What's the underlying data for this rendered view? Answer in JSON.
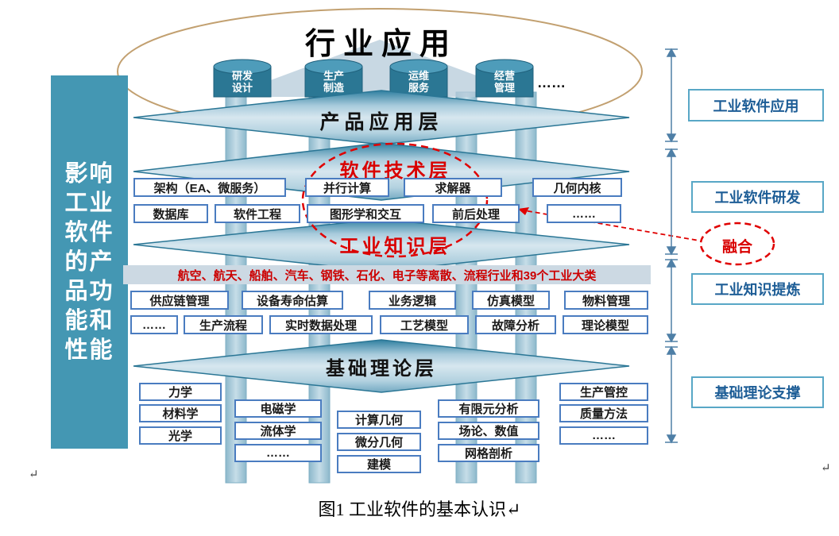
{
  "sidebar": {
    "lines": [
      "影响",
      "工业",
      "软件",
      "的产",
      "品功",
      "能和",
      "性能"
    ]
  },
  "top": {
    "title": "行业应用",
    "pillars": [
      "研发\n设计",
      "生产\n制造",
      "运维\n服务",
      "经营\n管理"
    ],
    "more": "……"
  },
  "layers": {
    "product": "产品应用层",
    "software": "软件技术层",
    "knowledge": "工业知识层",
    "theory": "基础理论层"
  },
  "software_layer": {
    "row1": [
      "架构（EA、微服务）",
      "并行计算",
      "求解器",
      "几何内核"
    ],
    "row2": [
      "数据库",
      "软件工程",
      "图形学和交互",
      "前后处理",
      "……"
    ]
  },
  "knowledge_layer": {
    "banner": "航空、航天、船舶、汽车、钢铁、石化、电子等离散、流程行业和39个工业大类",
    "row1": [
      "供应链管理",
      "设备寿命估算",
      "业务逻辑",
      "仿真模型",
      "物料管理"
    ],
    "row2": [
      "……",
      "生产流程",
      "实时数据处理",
      "工艺模型",
      "故障分析",
      "理论模型"
    ]
  },
  "theory_layer": {
    "col1": [
      "力学",
      "材料学",
      "光学"
    ],
    "col2": [
      "电磁学",
      "流体学",
      "……"
    ],
    "col3": [
      "计算几何",
      "微分几何",
      "建模"
    ],
    "col4": [
      "有限元分析",
      "场论、数值",
      "网格剖析"
    ],
    "col5": [
      "生产管控",
      "质量方法",
      "……"
    ]
  },
  "right": {
    "labels": [
      "工业软件应用",
      "工业软件研发",
      "工业知识提炼",
      "基础理论支撑"
    ],
    "fusion": "融合"
  },
  "caption": "图1 工业软件的基本认识",
  "return_mark": "↵",
  "colors": {
    "left_bar_blue": "#4497b3",
    "platform_teal": "#2e7d9c",
    "box_border_blue": "#4a7cc0",
    "right_label_blue": "#1d5d96",
    "highlight_red": "#d90000",
    "banner_bg": "#ccd9e3",
    "ellipse_tan": "#c2a070"
  }
}
